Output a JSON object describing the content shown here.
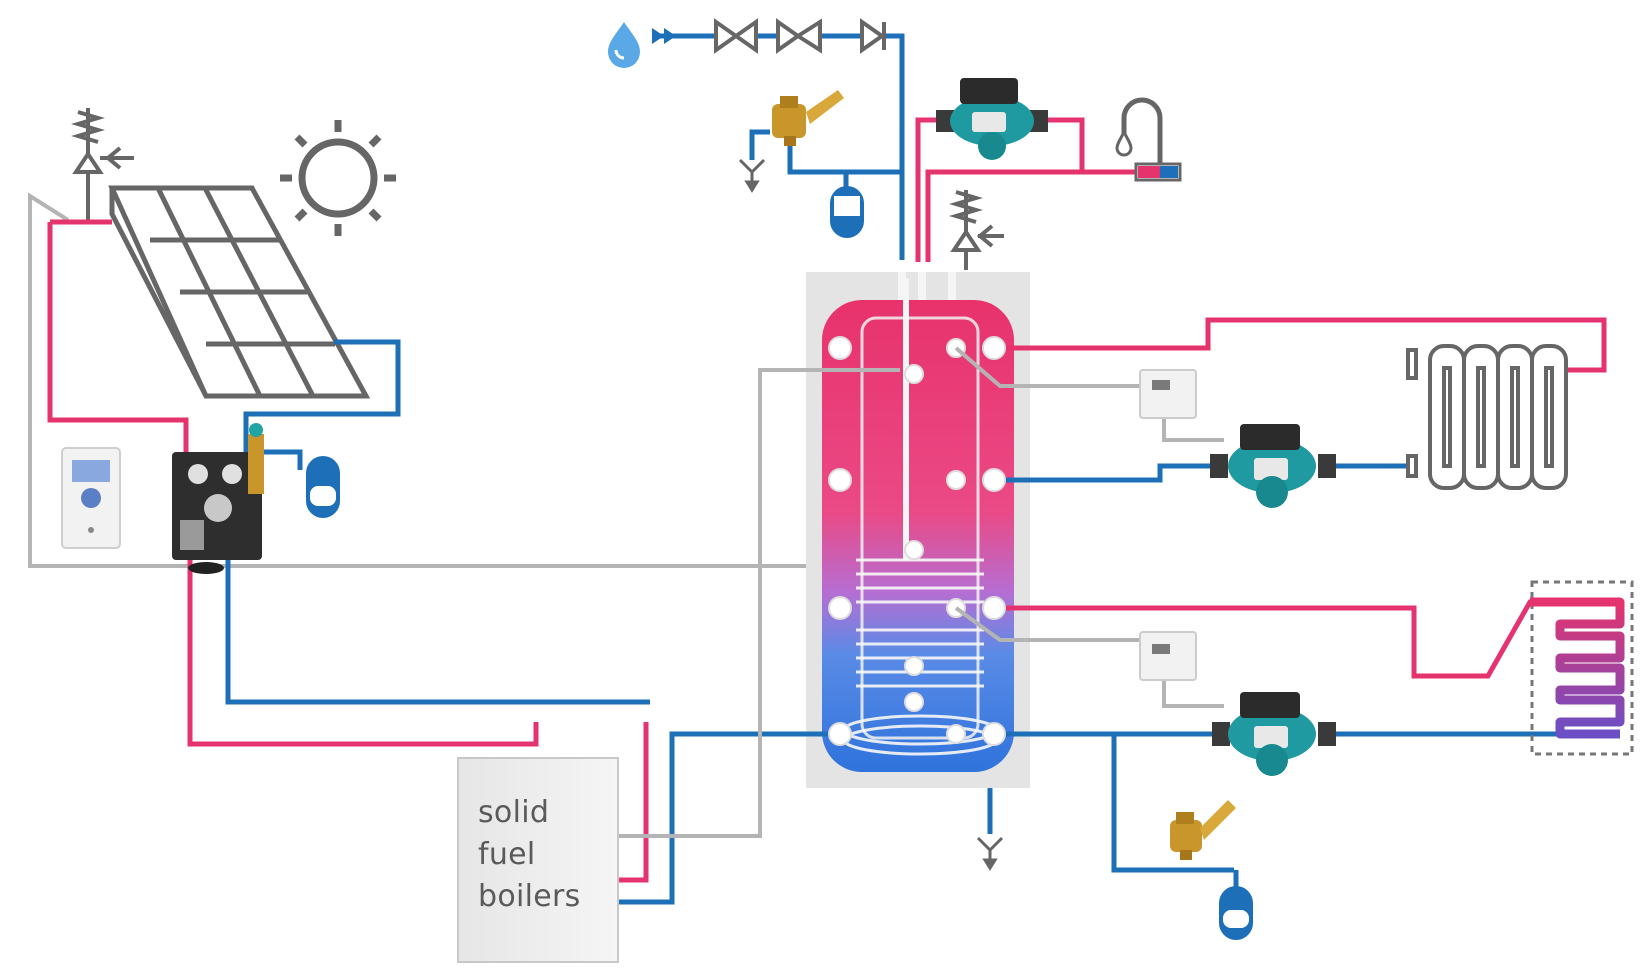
{
  "boiler": {
    "label_lines": [
      "solid",
      "fuel",
      "boilers"
    ]
  },
  "colors": {
    "hot": "#e5336e",
    "cold": "#1d6fb8",
    "signal": "#b4b4b4",
    "outline": "#666666",
    "pump_body": "#1f9aa0",
    "brass": "#c8962a"
  },
  "icons": [
    "water-drop-icon",
    "check-valve-icon",
    "shutoff-valve-icon",
    "tmv-mixing-valve-icon",
    "drain-funnel-icon",
    "expansion-vessel-icon",
    "circulation-pump-icon",
    "faucet-icon",
    "safety-valve-icon",
    "sun-icon",
    "solar-panel-icon",
    "solar-controller-icon",
    "solar-pump-station-icon",
    "buffer-tank-icon",
    "room-thermostat-icon",
    "radiator-icon",
    "underfloor-heating-icon",
    "solid-fuel-boiler-icon"
  ]
}
